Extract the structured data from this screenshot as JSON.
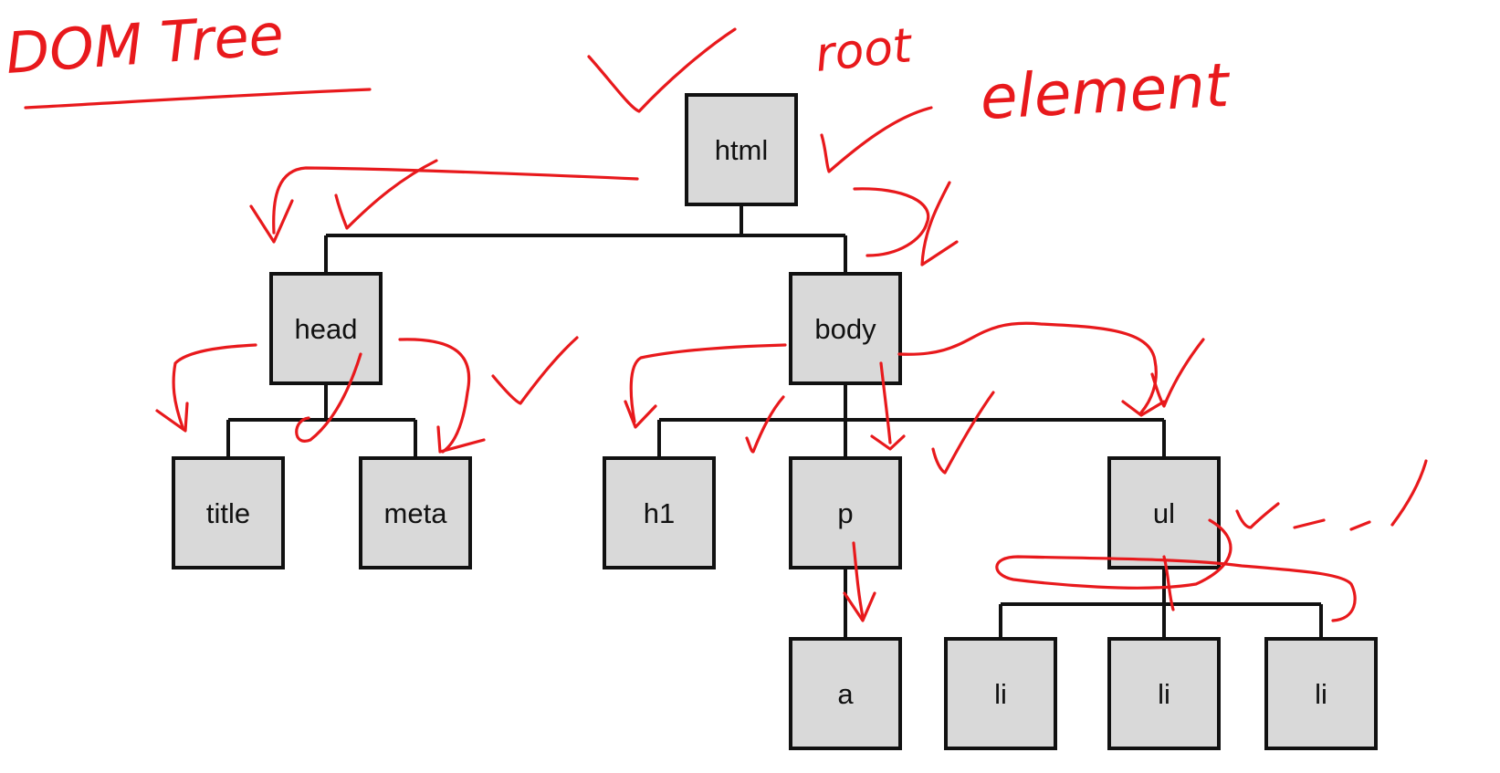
{
  "annotations": {
    "title": "DOM Tree",
    "root_note_line1": "root",
    "root_note_line2": "element",
    "ink_color": "#e8191c"
  },
  "tree": {
    "box_fill": "#d9d9d9",
    "line_color": "#111111",
    "nodes": {
      "html": "html",
      "head": "head",
      "body": "body",
      "title": "title",
      "meta": "meta",
      "h1": "h1",
      "p": "p",
      "ul": "ul",
      "a": "a",
      "li1": "li",
      "li2": "li",
      "li3": "li"
    }
  }
}
